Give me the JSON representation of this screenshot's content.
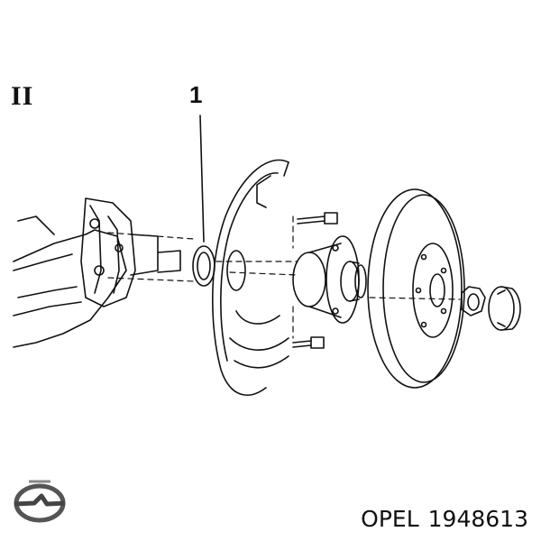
{
  "figure": {
    "section_label": "II",
    "callout_number": "1"
  },
  "footer": {
    "brand": "OPEL",
    "part_number": "1948613",
    "logo_icon": "opel-logo-icon"
  },
  "colors": {
    "line": "#111111",
    "background": "#ffffff"
  }
}
